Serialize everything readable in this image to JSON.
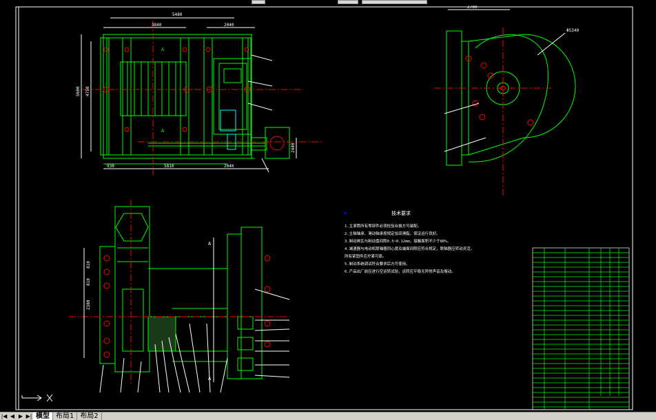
{
  "tabs": [
    {
      "label": "模型",
      "active": true
    },
    {
      "label": "布局1",
      "active": false
    },
    {
      "label": "布局2",
      "active": false
    }
  ],
  "dimensions": {
    "top_width": "5480",
    "left_width": "3840",
    "right_width": "2040",
    "height_outer": "5600",
    "height_inner": "4750",
    "bottom_left": "930",
    "bottom_mid": "5810",
    "bottom_right": "2040",
    "side_h": "2440",
    "side_top": "2700",
    "side_radius": "Φ5340",
    "lower_d1": "810",
    "lower_d2": "810",
    "lower_d3": "2380"
  },
  "section_marks": {
    "a1": "A",
    "a2": "A",
    "a3": "A",
    "a4": "A"
  },
  "notes": {
    "title": "技术要求",
    "lines": [
      "1.主滚筒所有零部件必须检验合格方可装配。",
      "2.主轴轴承、滑动轴承按规定加润滑脂，保证运行良好。",
      "3.制动闸瓦与制动盘间隙0.5~0.12mm，接触面积不少于80%。",
      "4.减速器与电动机联轴器同心度及端面间隙应符合规定，联轴器应转动灵活。",
      "所有紧固件应拧紧可靠。",
      "5.制动系统调试符合要求后方可使用。",
      "6.产品出厂前应进行空运转试验，运转应平稳无异常声音及振动。"
    ]
  },
  "colors": {
    "line": "#00ff00",
    "white": "#ffffff",
    "red": "#ff0000",
    "cyan": "#00ffff",
    "blue": "#0000ff"
  }
}
